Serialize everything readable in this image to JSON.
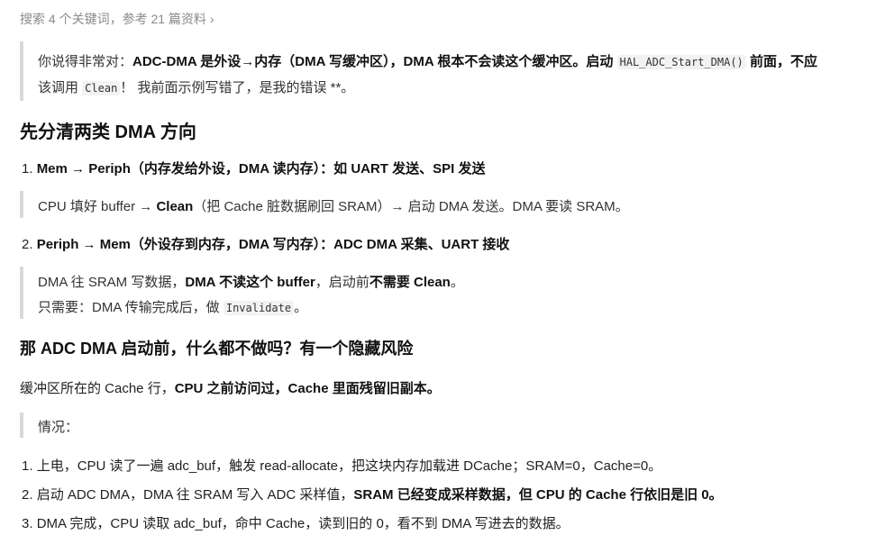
{
  "header": {
    "search_meta": "搜索 4 个关键词，参考 21 篇资料",
    "chevron_icon": "chevron-right-icon"
  },
  "quote1": {
    "l1_a": "你说得非常对：",
    "l1_b": "ADC-DMA 是外设→内存（DMA 写缓冲区），DMA 根本不会读这个缓冲区。启动 ",
    "l1_code": "HAL_ADC_Start_DMA()",
    "l1_c": " 前面，不应",
    "l2_a": "该调用 ",
    "l2_code": "Clean",
    "l2_b": "！ 我前面示例写错了，是我的错误 **。"
  },
  "section1": {
    "title": "先分清两类 DMA 方向",
    "item1": {
      "num": "1.",
      "bold": "Mem → Periph（内存发给外设，DMA 读内存）：如 UART 发送、SPI 发送",
      "quote_a": "CPU 填好 buffer → ",
      "quote_b": "Clean",
      "quote_c": "（把 Cache 脏数据刷回 SRAM）→ 启动 DMA 发送。DMA 要读 SRAM。"
    },
    "item2": {
      "num": "2.",
      "bold": "Periph → Mem（外设存到内存，DMA 写内存）：ADC DMA 采集、UART 接收",
      "q1_a": "DMA 往 SRAM 写数据，",
      "q1_b": "DMA 不读这个 buffer",
      "q1_c": "，启动前",
      "q1_d": "不需要 Clean",
      "q1_e": "。",
      "q2_a": "只需要：DMA 传输完成后，做 ",
      "q2_code": "Invalidate",
      "q2_b": "。"
    }
  },
  "section2": {
    "title": "那 ADC DMA 启动前，什么都不做吗？有一个隐藏风险",
    "para_a": "缓冲区所在的 Cache 行，",
    "para_b": "CPU 之前访问过，Cache 里面残留旧副本。",
    "quote": "情况：",
    "steps": [
      {
        "num": "1.",
        "text": "上电，CPU 读了一遍 adc_buf，触发 read-allocate，把这块内存加载进 DCache；SRAM=0，Cache=0。"
      },
      {
        "num": "2.",
        "text_a": "启动 ADC DMA，DMA 往 SRAM 写入 ADC 采样值，",
        "text_b": "SRAM 已经变成采样数据，但 CPU 的 Cache 行依旧是旧 0。"
      },
      {
        "num": "3.",
        "text": "DMA 完成，CPU 读取 adc_buf，命中 Cache，读到旧的 0，看不到 DMA 写进去的数据。"
      }
    ]
  }
}
